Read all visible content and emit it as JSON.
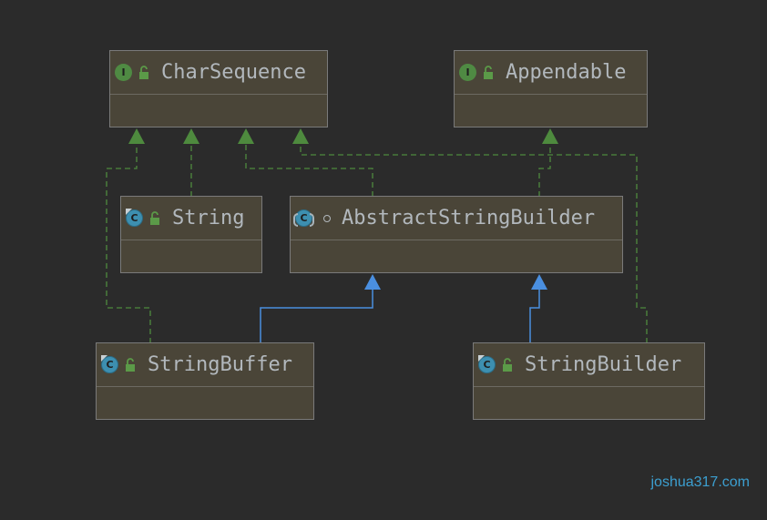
{
  "classes": {
    "charsequence": {
      "name": "CharSequence",
      "kind": "interface",
      "icon": "interface-icon"
    },
    "appendable": {
      "name": "Appendable",
      "kind": "interface",
      "icon": "interface-icon"
    },
    "string": {
      "name": "String",
      "kind": "final class",
      "icon": "final-class-icon"
    },
    "abstractstringbuilder": {
      "name": "AbstractStringBuilder",
      "kind": "abstract class",
      "icon": "abstract-class-icon"
    },
    "stringbuffer": {
      "name": "StringBuffer",
      "kind": "final class",
      "icon": "final-class-icon"
    },
    "stringbuilder": {
      "name": "StringBuilder",
      "kind": "final class",
      "icon": "final-class-icon"
    }
  },
  "relations": {
    "implements": [
      [
        "StringBuffer",
        "CharSequence"
      ],
      [
        "String",
        "CharSequence"
      ],
      [
        "AbstractStringBuilder",
        "CharSequence"
      ],
      [
        "StringBuilder",
        "CharSequence"
      ],
      [
        "AbstractStringBuilder",
        "Appendable"
      ]
    ],
    "extends": [
      [
        "StringBuffer",
        "AbstractStringBuilder"
      ],
      [
        "StringBuilder",
        "AbstractStringBuilder"
      ]
    ]
  },
  "colors": {
    "background": "#2b2b2b",
    "node_fill": "#4a4538",
    "implements_edge": "#4e8a3e",
    "extends_edge": "#4a8fe0",
    "interface_badge": "#4f8a43",
    "class_badge": "#3d8fb0",
    "watermark": "#3c9fd0"
  },
  "watermark": "joshua317.com"
}
